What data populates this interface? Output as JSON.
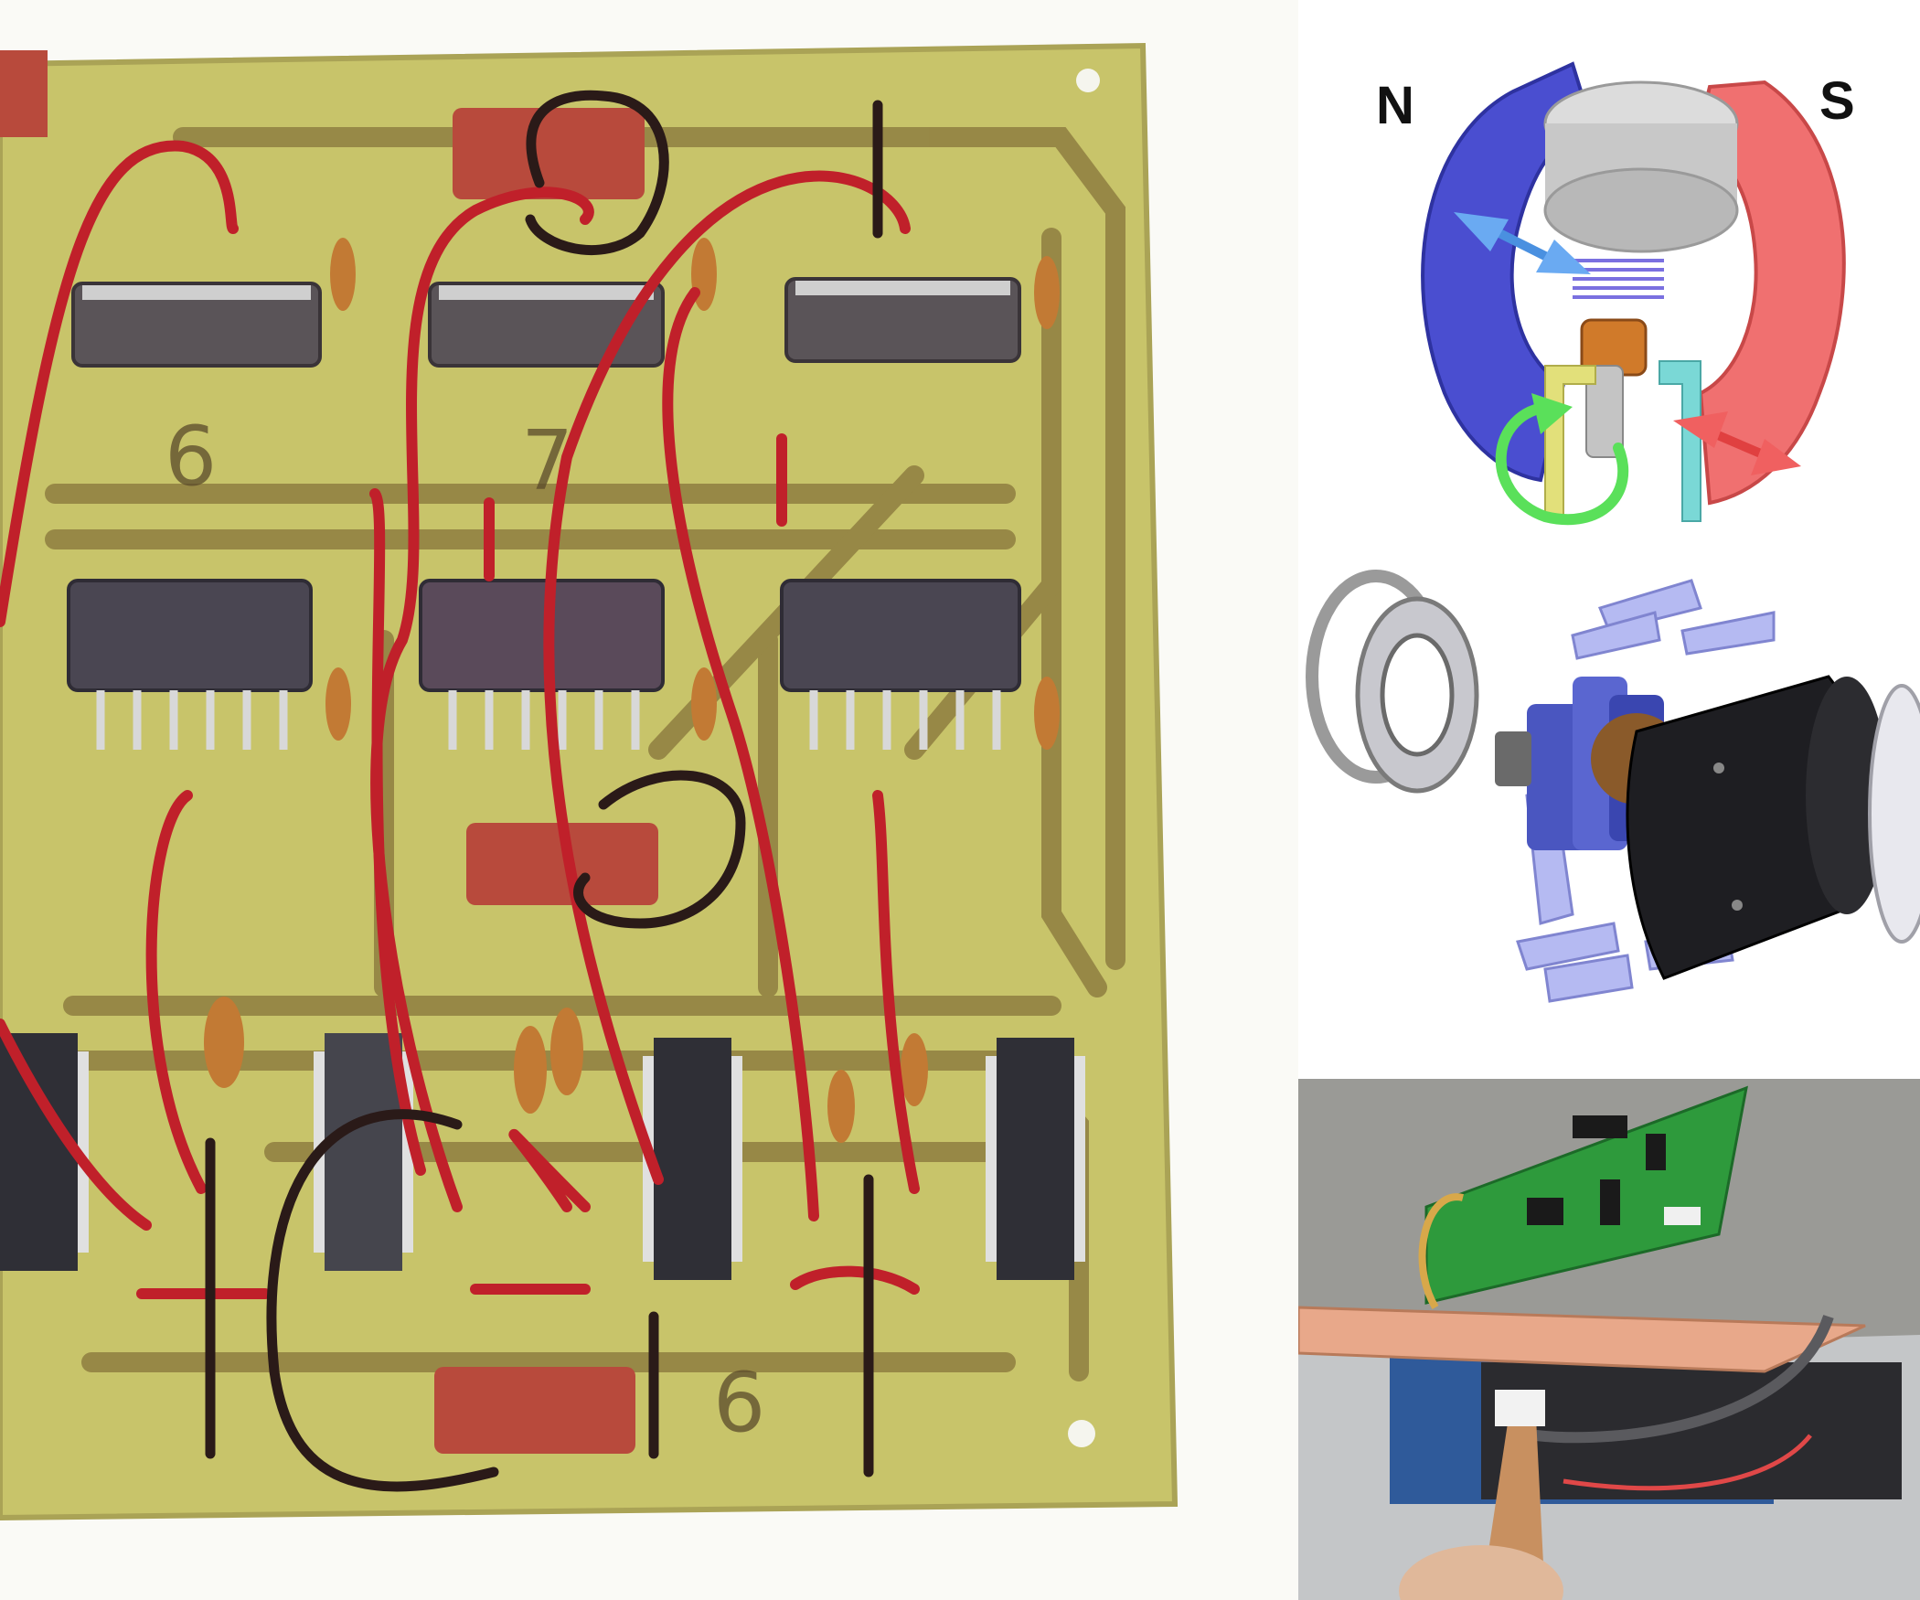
{
  "images": {
    "pcb": {
      "marks": [
        "6",
        "7",
        "6"
      ]
    },
    "motor_diagram": {
      "north_label": "N",
      "south_label": "S"
    },
    "exploded_motor": {},
    "controller_photo": {}
  },
  "colors": {
    "board": "#c8c46a",
    "trace": "#8b7a3e",
    "wire_red": "#c0202a",
    "wire_black": "#2a1a18",
    "magnet_north": "#4a4ed0",
    "magnet_south": "#f07070",
    "green_pcb": "#2e9a3c",
    "copper_plate": "#e8a88a"
  }
}
